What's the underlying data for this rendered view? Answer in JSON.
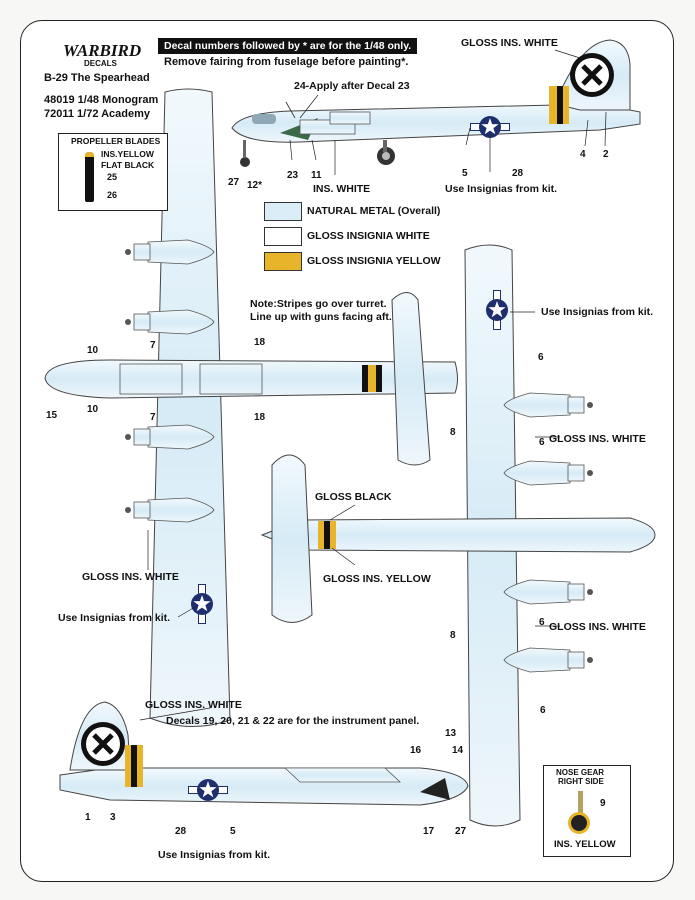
{
  "brand": {
    "logo_text": "WARBIRD",
    "logo_sub": "DECALS"
  },
  "header": {
    "title": "B-29 The Spearhead",
    "kit_1": "48019 1/48 Monogram",
    "kit_2": "72011 1/72 Academy",
    "banner": "Decal numbers followed by * are for the 1/48 only.",
    "note": "Remove fairing from fuselage before painting*."
  },
  "propeller": {
    "title": "PROPELLER BLADES",
    "yellow": "INS.YELLOW",
    "black": "FLAT BLACK",
    "n25": "25",
    "n26": "26"
  },
  "legend": [
    {
      "label": "NATURAL METAL (Overall)",
      "color": "#dbeef8"
    },
    {
      "label": "GLOSS INSIGNIA WHITE",
      "color": "#ffffff"
    },
    {
      "label": "GLOSS INSIGNIA YELLOW",
      "color": "#e8b52a"
    }
  ],
  "callouts": {
    "gloss_ins_white": "GLOSS INS. WHITE",
    "apply_after": "24-Apply after Decal 23",
    "ins_white": "INS. WHITE",
    "use_insignias": "Use Insignias from kit.",
    "stripes_note_1": "Note:Stripes go over turret.",
    "stripes_note_2": "Line up with guns facing aft.",
    "gloss_black": "GLOSS BLACK",
    "gloss_ins_yellow": "GLOSS INS. YELLOW",
    "instrument_panel": "Decals 19, 20, 21 & 22 are for the instrument panel.",
    "ins_yellow": "INS. YELLOW",
    "nose_gear_1": "NOSE GEAR",
    "nose_gear_2": "RIGHT SIDE"
  },
  "numbers": {
    "n1": "1",
    "n2": "2",
    "n3": "3",
    "n4": "4",
    "n5": "5",
    "n6": "6",
    "n7": "7",
    "n8": "8",
    "n9": "9",
    "n10": "10",
    "n11": "11",
    "n12": "12*",
    "n13": "13",
    "n14": "14",
    "n15": "15",
    "n16": "16",
    "n17": "17",
    "n18": "18",
    "n23": "23",
    "n27": "27",
    "n28": "28"
  },
  "colors": {
    "metal": "#dbeef8",
    "yellow": "#e8b52a",
    "black": "#111111",
    "blue": "#1f2f6e"
  }
}
